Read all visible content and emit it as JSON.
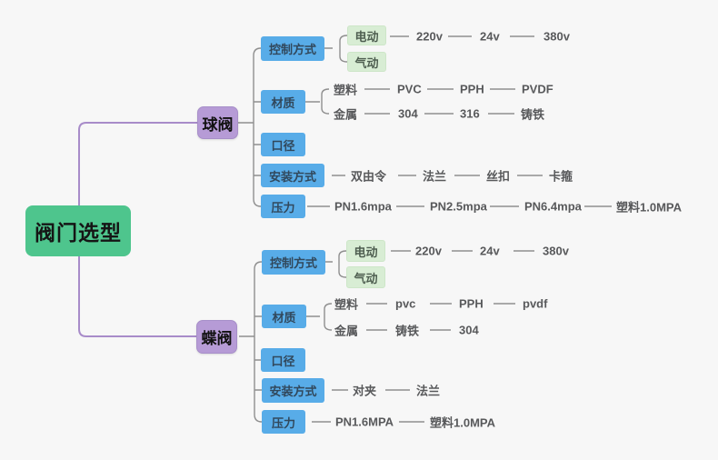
{
  "colors": {
    "background": "#f7f7f7",
    "root_fill": "#4ec58d",
    "branch_fill": "#b69bd6",
    "topic_fill": "#58ace8",
    "subtopic_fill": "#d8edd4",
    "connector_gray": "#8f8f8f",
    "connector_purple": "#a88cc9",
    "text_node": "#58595b"
  },
  "root": {
    "label": "阀门选型"
  },
  "branches": [
    {
      "label": "球阀",
      "topics": [
        {
          "label": "控制方式",
          "subtopics": [
            {
              "label": "电动",
              "chain": [
                "220v",
                "24v",
                "380v"
              ]
            },
            {
              "label": "气动",
              "chain": []
            }
          ]
        },
        {
          "label": "材质",
          "subtopics": [
            {
              "label": "塑料",
              "chain": [
                "PVC",
                "PPH",
                "PVDF"
              ]
            },
            {
              "label": "金属",
              "chain": [
                "304",
                "316",
                "铸铁"
              ]
            }
          ]
        },
        {
          "label": "口径",
          "chain": []
        },
        {
          "label": "安装方式",
          "chain": [
            "双由令",
            "法兰",
            "丝扣",
            "卡箍"
          ]
        },
        {
          "label": "压力",
          "chain": [
            "PN1.6mpa",
            "PN2.5mpa",
            "PN6.4mpa",
            "塑料1.0MPA"
          ]
        }
      ]
    },
    {
      "label": "蝶阀",
      "topics": [
        {
          "label": "控制方式",
          "subtopics": [
            {
              "label": "电动",
              "chain": [
                "220v",
                "24v",
                "380v"
              ]
            },
            {
              "label": "气动",
              "chain": []
            }
          ]
        },
        {
          "label": "材质",
          "subtopics": [
            {
              "label": "塑料",
              "chain": [
                "pvc",
                "PPH",
                "pvdf"
              ]
            },
            {
              "label": "金属",
              "chain": [
                "铸铁",
                "304"
              ]
            }
          ]
        },
        {
          "label": "口径",
          "chain": []
        },
        {
          "label": "安装方式",
          "chain": [
            "对夹",
            "法兰"
          ]
        },
        {
          "label": "压力",
          "chain": [
            "PN1.6MPA",
            "塑料1.0MPA"
          ]
        }
      ]
    }
  ]
}
